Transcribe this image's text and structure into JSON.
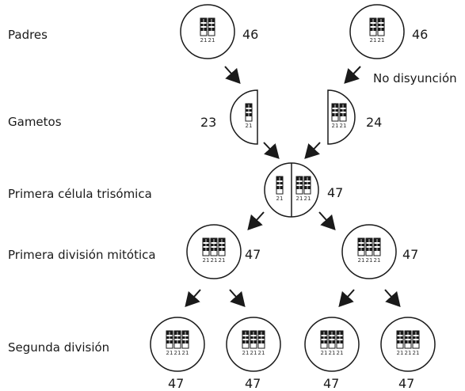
{
  "labels": {
    "parents": "Padres",
    "gametes": "Gametos",
    "trisomic_cell": "Primera célula trisómica",
    "first_division": "Primera división mitótica",
    "second_division": "Segunda división",
    "nondisjunction": "No disyunción"
  },
  "counts": {
    "parent_left": "46",
    "parent_right": "46",
    "gamete_left": "23",
    "gamete_right": "24",
    "zygote": "47",
    "div1_left": "47",
    "div1_right": "47",
    "div2_1": "47",
    "div2_2": "47",
    "div2_3": "47",
    "div2_4": "47"
  },
  "chromosome_label": "21"
}
